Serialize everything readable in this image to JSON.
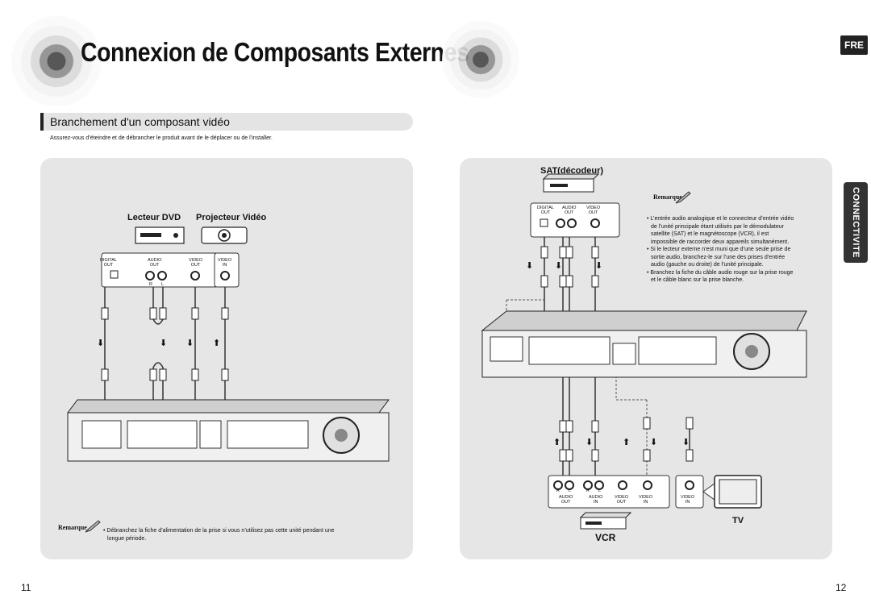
{
  "header": {
    "title": "Connexion de Composants Externes",
    "lang_badge": "FRE"
  },
  "section": {
    "title": "Branchement d'un composant vidéo",
    "warning": "Assurez-vous d’éteindre et de débrancher le produit avant de le déplacer ou de l’installer."
  },
  "side_tab": "CONNECTIVITE",
  "left": {
    "dvd_label": "Lecteur DVD",
    "projector_label": "Projecteur Vidéo",
    "jacks": {
      "digital_out": [
        "DIGITAL",
        "OUT"
      ],
      "audio_out": [
        "AUDIO",
        "OUT"
      ],
      "video_out": [
        "VIDEO",
        "OUT"
      ],
      "video_in": [
        "VIDEO",
        "IN"
      ],
      "r": "R",
      "l": "L"
    },
    "note_heading": "Remarque",
    "note_lines": [
      "• Débranchez la fiche d’alimentation de la prise si vous n’utilisez pas cette unité pendant une",
      "longue période."
    ]
  },
  "right": {
    "sat_label": "SAT(décodeur)",
    "jacks": {
      "digital_out": [
        "DIGITAL",
        "OUT"
      ],
      "audio_out": [
        "AUDIO",
        "OUT"
      ],
      "video_out": [
        "VIDEO",
        "OUT"
      ]
    },
    "note_heading": "Remarque",
    "note_lines": [
      "• L’entrée audio analogique et le connecteur d’entrée vidéo",
      "de l’unité principale étant utilisés par le démodulateur",
      "satellite (SAT) et le magnétoscope (VCR), il est",
      "impossible de raccorder deux appareils simultanément.",
      "• Si le lecteur externe n’est muni que d’une seule prise de",
      "sortie audio, branchez-le sur l’une des prises d’entrée",
      "audio (gauche ou droite) de l’unité principale.",
      "• Branchez la fiche du câble audio rouge sur la prise rouge",
      "et le câble blanc sur la prise blanche."
    ],
    "vcr_jacks": {
      "audio_out": [
        "AUDIO",
        "OUT"
      ],
      "audio_in": [
        "AUDIO",
        "IN"
      ],
      "video_out": [
        "VIDEO",
        "OUT"
      ],
      "video_in": [
        "VIDEO",
        "IN"
      ],
      "r": "R",
      "l": "L"
    },
    "tv_jack": [
      "VIDEO",
      "IN"
    ],
    "tv_label": "TV",
    "vcr_label": "VCR"
  },
  "pages": {
    "left": "11",
    "right": "12"
  }
}
